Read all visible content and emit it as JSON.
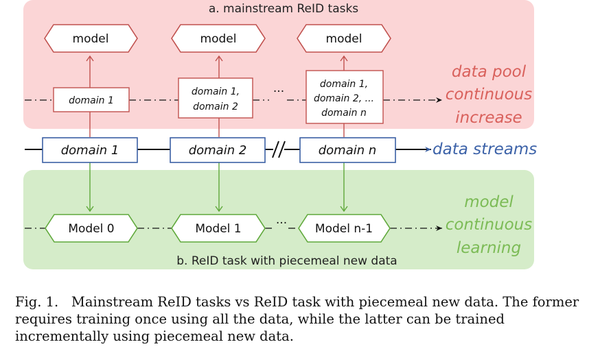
{
  "top_panel": {
    "title": "a. mainstream ReID tasks",
    "models": [
      "model",
      "model",
      "model"
    ],
    "pool_boxes": [
      {
        "lines": [
          "domain 1"
        ]
      },
      {
        "lines": [
          "domain 1,",
          "domain 2"
        ]
      },
      {
        "lines": [
          "domain 1,",
          "domain 2, ...",
          "domain n"
        ]
      }
    ],
    "ellipsis": "...",
    "side_label": [
      "data pool",
      "continuous",
      "increase"
    ]
  },
  "stream": {
    "domains": [
      "domain 1",
      "domain 2",
      "domain n"
    ],
    "label": "data streams"
  },
  "bottom_panel": {
    "title": "b. ReID task with piecemeal new data",
    "models": [
      "Model 0",
      "Model 1",
      "Model n-1"
    ],
    "ellipsis": "...",
    "side_label": [
      "model",
      "continuous",
      "learning"
    ]
  },
  "caption": {
    "label": "Fig. 1.",
    "text": "Mainstream ReID tasks vs ReID task with piecemeal new data. The former requires training once using all the data, while the latter can be trained incrementally using piecemeal new data."
  },
  "colors": {
    "top_bg": "#fbd5d6",
    "bottom_bg": "#d5ecc9",
    "red": "#c0504d",
    "green": "#5fa83a",
    "blue": "#3a5fa3",
    "red_text": "#d9615c",
    "green_text": "#7cbb56",
    "blue_text": "#3c62a8"
  }
}
